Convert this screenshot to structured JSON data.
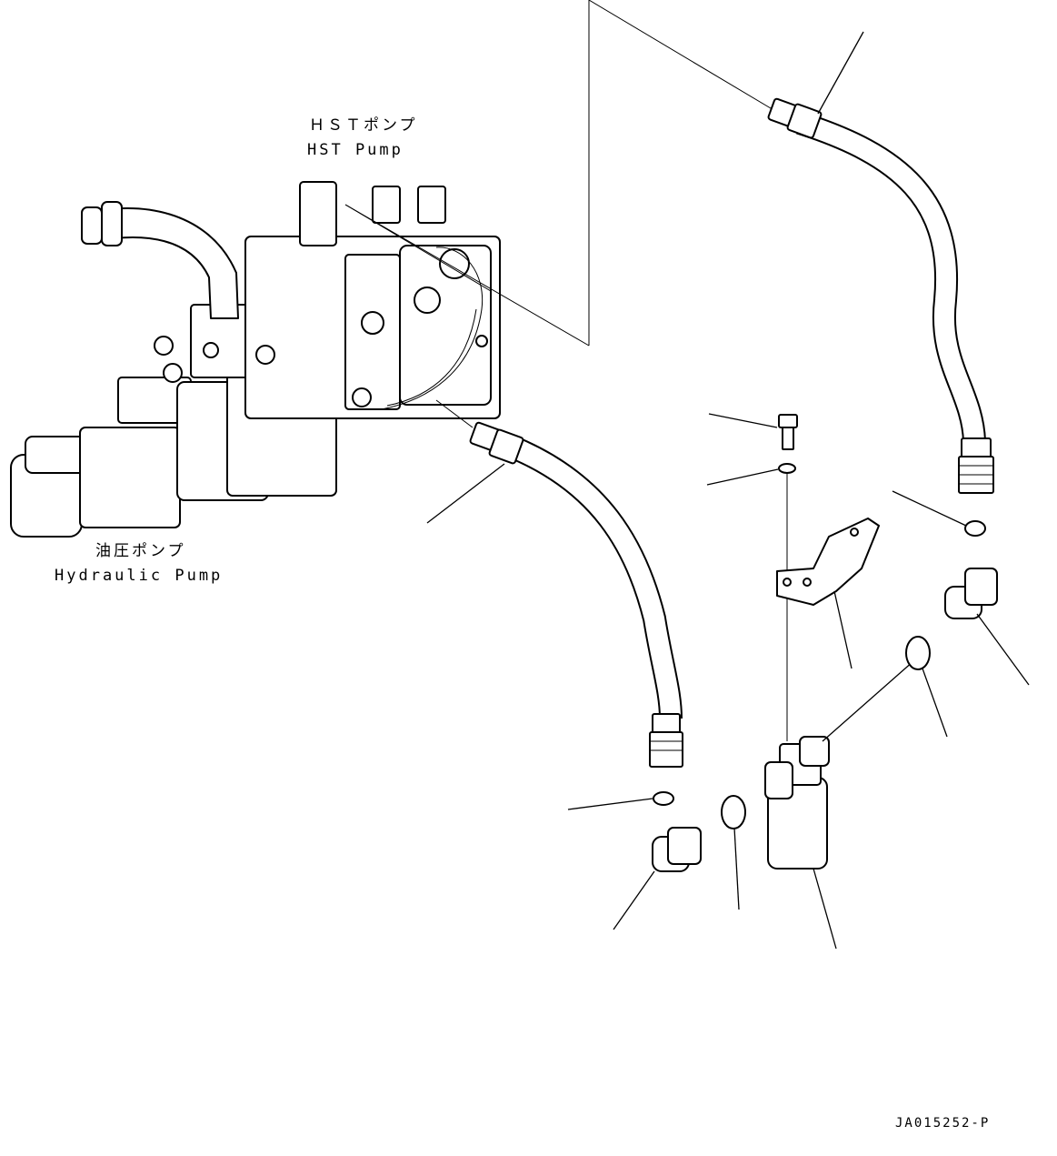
{
  "labels": {
    "hst_jp": "ＨＳＴポンプ",
    "hst_en": "HST Pump",
    "hyd_jp": "油圧ポンプ",
    "hyd_en": "Hydraulic Pump"
  },
  "drawing_code": "JA015252-P"
}
